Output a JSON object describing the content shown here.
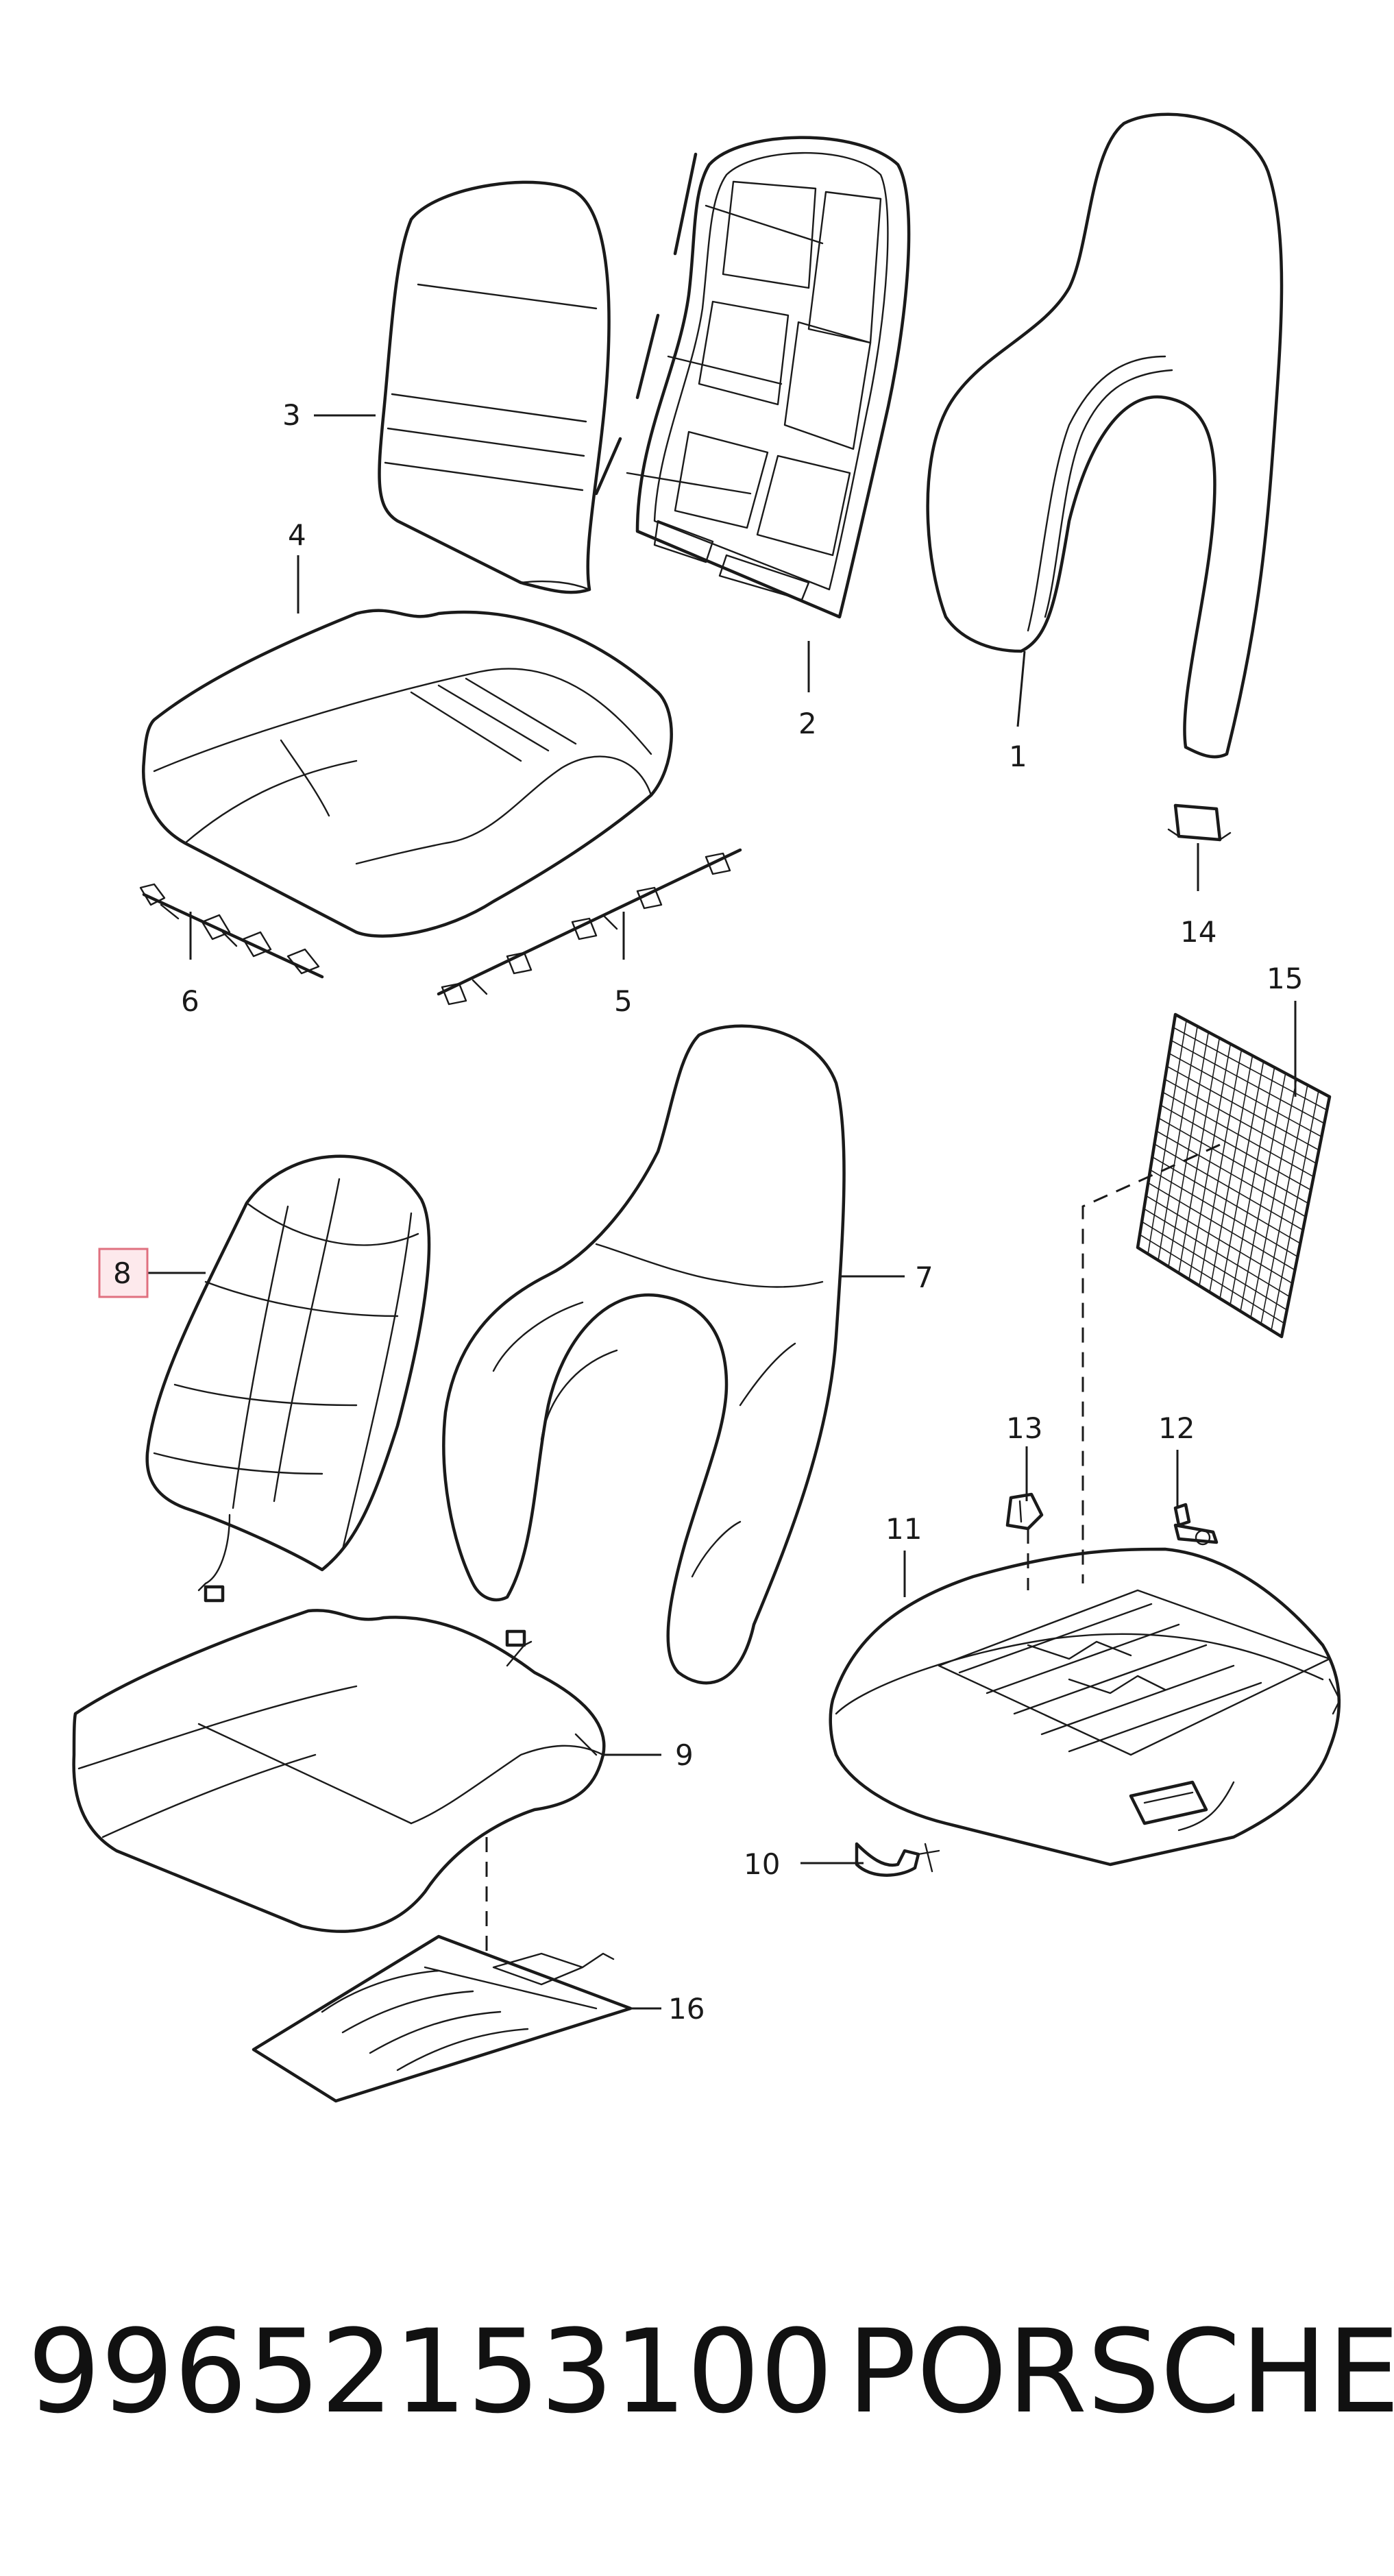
{
  "diagram": {
    "callouts": {
      "c1": "1",
      "c2": "2",
      "c3": "3",
      "c4": "4",
      "c5": "5",
      "c6": "6",
      "c7": "7",
      "c8": "8",
      "c9": "9",
      "c10": "10",
      "c11": "11",
      "c12": "12",
      "c13": "13",
      "c14": "14",
      "c15": "15",
      "c16": "16"
    },
    "highlighted_callout": "8",
    "highlight_color": "#e0707f"
  },
  "footer": {
    "part_number": "99652153100",
    "brand": "PORSCHE"
  }
}
